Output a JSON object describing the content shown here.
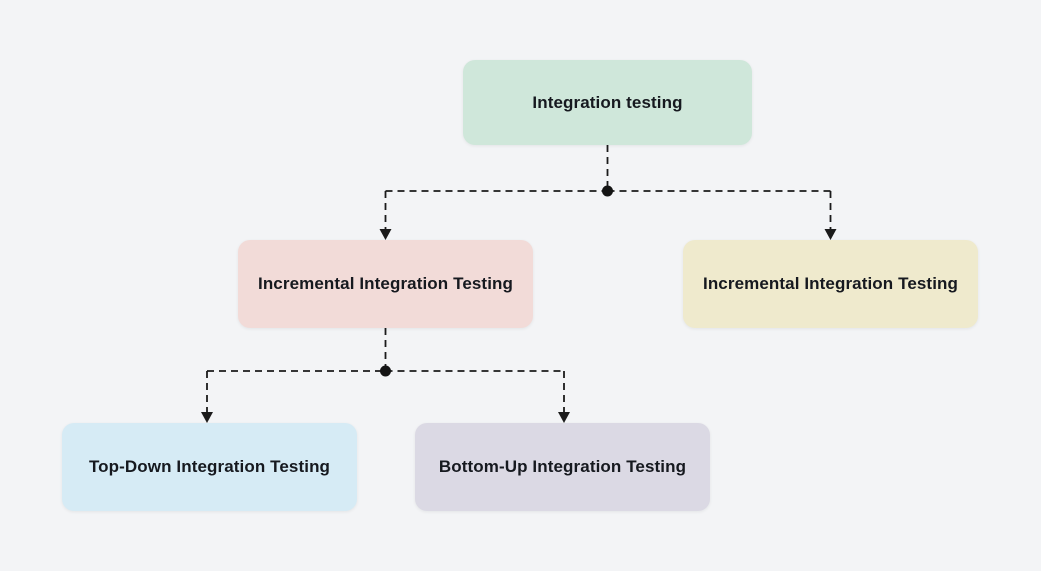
{
  "page": {
    "background": "#f3f4f6"
  },
  "diagram": {
    "type": "flowchart-tree",
    "line_color": "#1b1b1b",
    "text_color": "#16191f",
    "nodes": [
      {
        "id": "integration-testing",
        "label": "Integration testing",
        "fill": "#cfe7da",
        "level": 0
      },
      {
        "id": "incremental-left",
        "label": "Incremental Integration Testing",
        "fill": "#f2dbd8",
        "level": 1
      },
      {
        "id": "incremental-right",
        "label": "Incremental Integration Testing",
        "fill": "#efeacd",
        "level": 1
      },
      {
        "id": "top-down",
        "label": "Top-Down Integration Testing",
        "fill": "#d6ebf5",
        "level": 2
      },
      {
        "id": "bottom-up",
        "label": "Bottom-Up Integration Testing",
        "fill": "#dbd9e4",
        "level": 2
      }
    ],
    "edges": [
      {
        "from": "integration-testing",
        "to": "incremental-left",
        "style": "dashed-arrow"
      },
      {
        "from": "integration-testing",
        "to": "incremental-right",
        "style": "dashed-arrow"
      },
      {
        "from": "incremental-left",
        "to": "top-down",
        "style": "dashed-arrow"
      },
      {
        "from": "incremental-left",
        "to": "bottom-up",
        "style": "dashed-arrow"
      }
    ]
  }
}
